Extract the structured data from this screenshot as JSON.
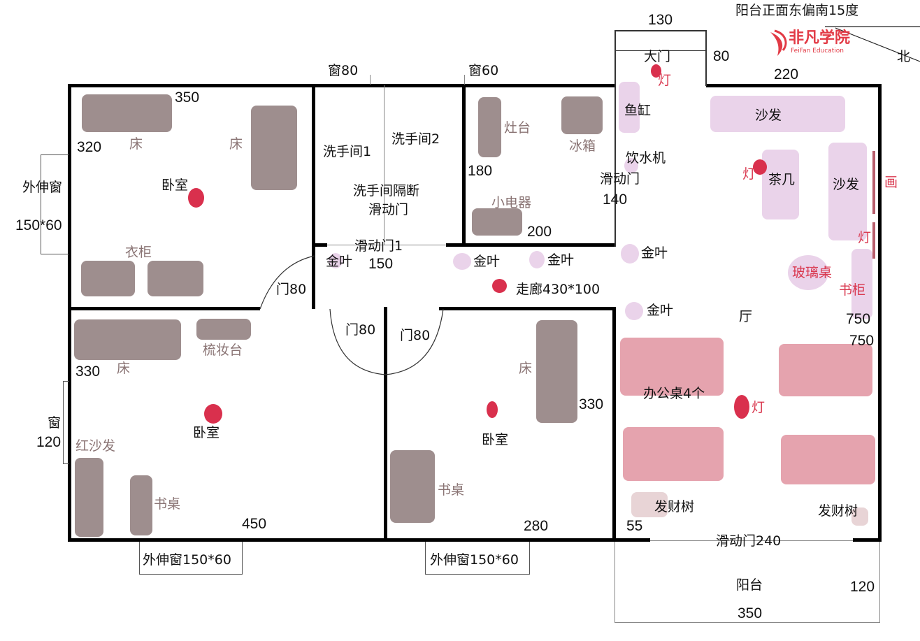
{
  "logo": {
    "name": "非凡学院",
    "sub": "FeiFan Education"
  },
  "compass": {
    "orientation": "阳台正面东偏南15度",
    "north": "北"
  },
  "dimensions": {
    "d130": "130",
    "d80_door": "80",
    "d220": "220",
    "d350_bed": "350",
    "d320": "320",
    "ext_win_left": "外伸窗",
    "ext_win_left_size": "150*60",
    "win80": "窗80",
    "win60": "窗60",
    "d180": "180",
    "d140": "140",
    "d200": "200",
    "d150": "150",
    "door80_a": "门80",
    "door80_b": "门80",
    "door80_c": "门80",
    "d330_a": "330",
    "d330_b": "330",
    "win_left": "窗",
    "win_left_size": "120",
    "d450": "450",
    "d280": "280",
    "d55": "55",
    "d750_a": "750",
    "d750_b": "750",
    "ext_win_bottom_1": "外伸窗150*60",
    "ext_win_bottom_2": "外伸窗150*60",
    "slide240": "滑动门240",
    "d120": "120",
    "d350_balcony": "350"
  },
  "rooms": {
    "bedroom1": "卧室",
    "bedroom2": "卧室",
    "bedroom3": "卧室",
    "wash1": "洗手间1",
    "wash2": "洗手间2",
    "wash_partition": "洗手间隔断",
    "wash_partition2": "滑动门",
    "slide1": "滑动门1",
    "slide_kitchen": "滑动门",
    "corridor": "走廊430*100",
    "hall": "厅",
    "balcony": "阳台",
    "main_door": "大门"
  },
  "furniture": {
    "bed_a": "床",
    "bed_b": "床",
    "bed_c": "床",
    "bed_d": "床",
    "wardrobe": "衣柜",
    "dresser": "梳妆台",
    "red_sofa": "红沙发",
    "desk_a": "书桌",
    "desk_b": "书桌",
    "stove": "灶台",
    "fridge": "冰箱",
    "appliance": "小电器",
    "fish_tank": "鱼缸",
    "water_dispenser": "饮水机",
    "sofa_top": "沙发",
    "sofa_right": "沙发",
    "tea_table": "茶几",
    "painting": "画",
    "glass_table": "玻璃桌",
    "bookcase": "书柜",
    "office_desks": "办公桌4个",
    "money_tree_a": "发财树",
    "money_tree_b": "发财树"
  },
  "plants": {
    "p1": "金叶",
    "p2": "金叶",
    "p3": "金叶",
    "p4": "金叶",
    "p5": "金叶"
  },
  "lights": {
    "l1": "灯",
    "l2": "灯",
    "l3": "灯",
    "l4": "灯"
  },
  "colors": {
    "wall": "#000000",
    "furniture": "#9e8e8e",
    "soft": "#ead3ea",
    "desk": "#e5a3ae",
    "light": "#d9304d"
  }
}
